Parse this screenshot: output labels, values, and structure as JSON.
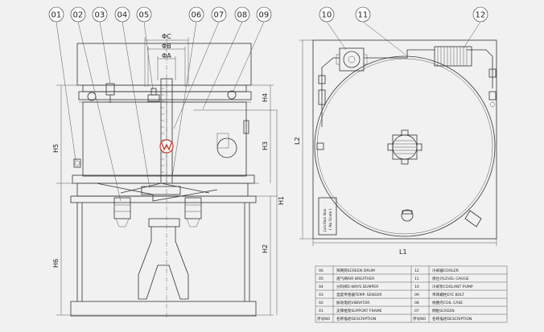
{
  "callouts_left": [
    "01",
    "02",
    "03",
    "04",
    "05",
    "06",
    "07",
    "08",
    "09"
  ],
  "callouts_right": [
    "10",
    "11",
    "12"
  ],
  "dims": {
    "phi_c": "ΦC",
    "phi_b": "ΦB",
    "phi_a": "ΦA",
    "h1": "H1",
    "h2": "H2",
    "h3": "H3",
    "h4": "H4",
    "h5": "H5",
    "h6": "H6",
    "l1": "L1",
    "l2": "L2"
  },
  "junction_box": "Junction Box",
  "no_scale": "( No Scale )",
  "legend": {
    "left": [
      {
        "no": "06",
        "desc": "筛网筒SCREEN DRUM"
      },
      {
        "no": "05",
        "desc": "透气阀AIR BREATHER"
      },
      {
        "no": "04",
        "desc": "分料阀3-WAYS DUMPER"
      },
      {
        "no": "03",
        "desc": "温度传感器TEMP. SENSOR"
      },
      {
        "no": "02",
        "desc": "振动电机VIBRATOR"
      },
      {
        "no": "01",
        "desc": "支撑框架SUPPORT FRAME"
      },
      {
        "no": "序号NO",
        "desc": "名称描述DESCRIPTION"
      }
    ],
    "right": [
      {
        "no": "12",
        "desc": "冷却器COOLER"
      },
      {
        "no": "11",
        "desc": "液位计LEVEL GAUGE"
      },
      {
        "no": "10",
        "desc": "冷却泵COOLANT PUMP"
      },
      {
        "no": "09",
        "desc": "吊耳螺栓EYE BOLT"
      },
      {
        "no": "08",
        "desc": "线圈壳COIL CASE"
      },
      {
        "no": "07",
        "desc": "网框SCREEN"
      },
      {
        "no": "序号NO",
        "desc": "名称描述DESCRIPTION"
      }
    ]
  }
}
